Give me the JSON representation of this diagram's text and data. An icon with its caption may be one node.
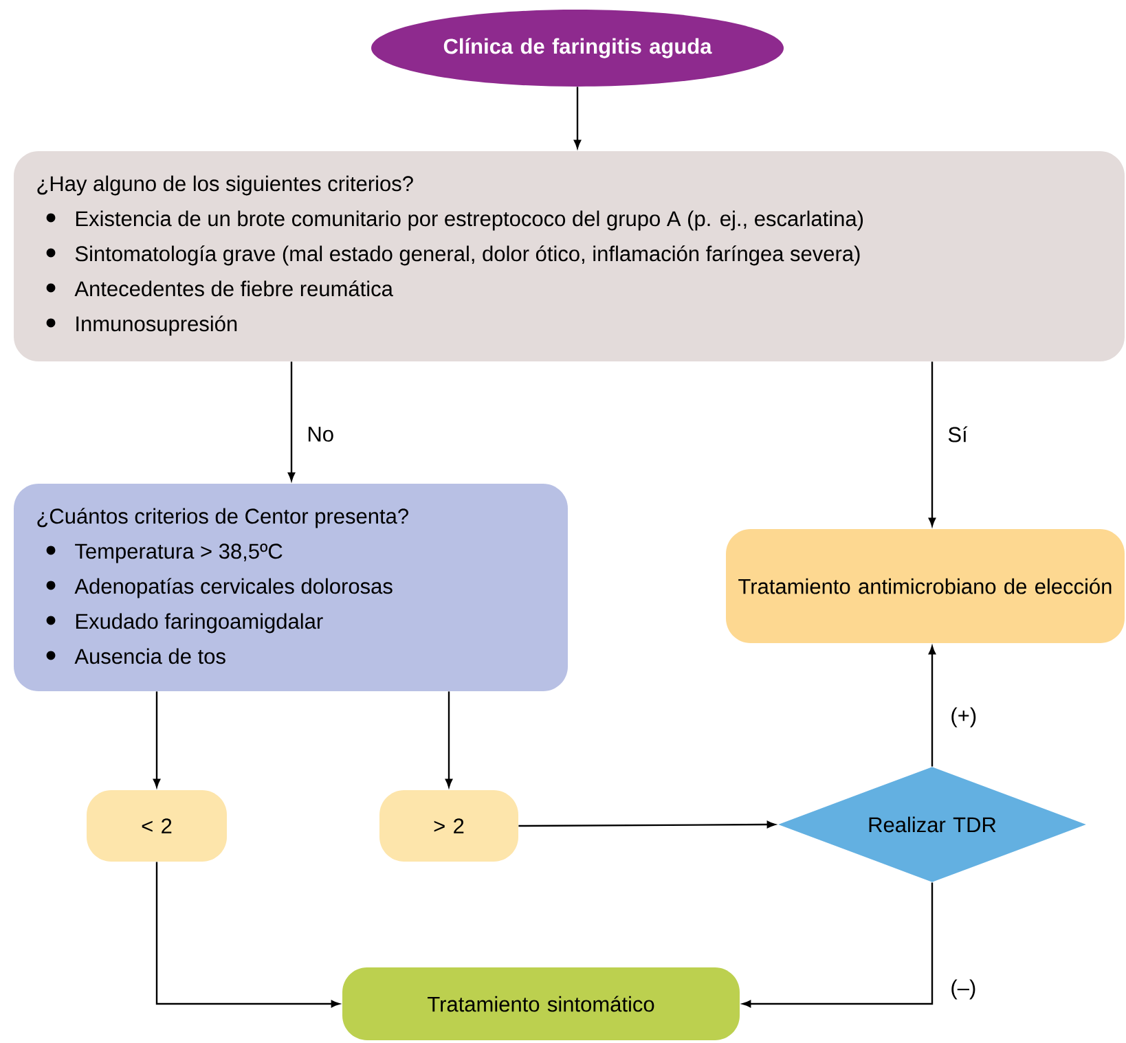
{
  "diagram": {
    "nodes": [
      {
        "text": [
          "Clínica de faringitis aguda"
        ]
      },
      {
        "text": [
          "¿Hay alguno de los siguientes criterios?",
          "Existencia de un brote comunitario por estreptococo del grupo A (p. ej., escarlatina)",
          "Sintomatología grave (mal estado general, dolor ótico, inflamación faríngea severa)",
          "Antecedentes de fiebre reumática",
          "Inmunosupresión"
        ]
      },
      {
        "text": [
          "¿Cuántos criterios de Centor presenta?",
          "Temperatura > 38,5ºC",
          "Adenopatías cervicales dolorosas",
          "Exudado faringoamigdalar",
          "Ausencia de tos"
        ]
      },
      {
        "text": [
          "Tratamiento antimicrobiano de elección"
        ]
      },
      {
        "text": [
          "< 2"
        ]
      },
      {
        "text": [
          "> 2"
        ]
      },
      {
        "text": [
          "Realizar TDR"
        ]
      },
      {
        "text": [
          "Tratamiento sintomático"
        ]
      }
    ],
    "edges": [
      {
        "from": 0,
        "to": 1,
        "arrow": "to"
      },
      {
        "from": 1,
        "to": 2,
        "arrow": "to",
        "label": "No"
      },
      {
        "from": 1,
        "to": 3,
        "arrow": "to",
        "label": "Sí"
      },
      {
        "from": 2,
        "to": 4,
        "arrow": "to"
      },
      {
        "from": 2,
        "to": 5,
        "arrow": "to"
      },
      {
        "from": 5,
        "to": 6,
        "arrow": "to"
      },
      {
        "from": 6,
        "to": 3,
        "arrow": "to",
        "label": "(+)"
      },
      {
        "from": 4,
        "to": 7,
        "arrow": "to"
      },
      {
        "from": 6,
        "to": 7,
        "arrow": "to",
        "label": "(–)"
      }
    ]
  }
}
